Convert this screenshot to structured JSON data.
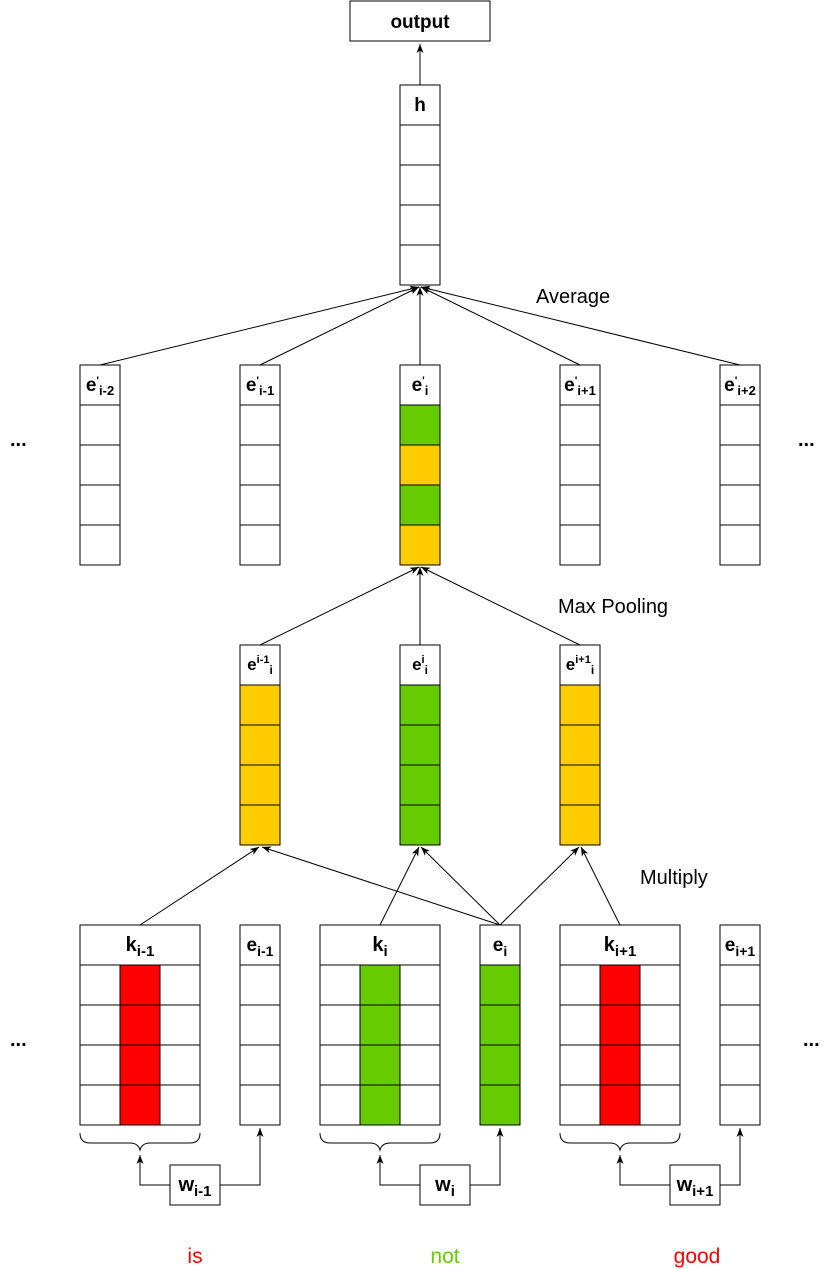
{
  "colors": {
    "green": "#66cc00",
    "yellow": "#ffcc00",
    "red": "#ff0000",
    "white": "#ffffff",
    "word_red": "#ff0000",
    "word_green": "#66cc00"
  },
  "output_label": "output",
  "hidden": {
    "base": "h"
  },
  "annotations": {
    "average": "Average",
    "max_pooling": "Max Pooling",
    "multiply": "Multiply"
  },
  "ellipsis": "...",
  "pooled": [
    {
      "base": "e",
      "sup": "'",
      "sub": "i-2"
    },
    {
      "base": "e",
      "sup": "'",
      "sub": "i-1"
    },
    {
      "base": "e",
      "sup": "'",
      "sub": "i"
    },
    {
      "base": "e",
      "sup": "'",
      "sub": "i+1"
    },
    {
      "base": "e",
      "sup": "'",
      "sub": "i+2"
    }
  ],
  "pooled_center_colors": [
    "green",
    "yellow",
    "green",
    "yellow"
  ],
  "products": [
    {
      "base": "e",
      "sup": "i-1",
      "sub": "i",
      "color": "yellow"
    },
    {
      "base": "e",
      "sup": "i",
      "sub": "i",
      "color": "green"
    },
    {
      "base": "e",
      "sup": "i+1",
      "sub": "i",
      "color": "yellow"
    }
  ],
  "kernels": [
    {
      "base": "k",
      "sub": "i-1",
      "color": "red"
    },
    {
      "base": "k",
      "sub": "i",
      "color": "green"
    },
    {
      "base": "k",
      "sub": "i+1",
      "color": "red"
    }
  ],
  "embeddings": [
    {
      "base": "e",
      "sub": "i-1",
      "color": "white"
    },
    {
      "base": "e",
      "sub": "i",
      "color": "green"
    },
    {
      "base": "e",
      "sub": "i+1",
      "color": "white"
    }
  ],
  "words": [
    {
      "base": "w",
      "sub": "i-1"
    },
    {
      "base": "w",
      "sub": "i"
    },
    {
      "base": "w",
      "sub": "i+1"
    }
  ],
  "tokens": [
    {
      "text": "is",
      "color": "word_red"
    },
    {
      "text": "not",
      "color": "word_green"
    },
    {
      "text": "good",
      "color": "word_red"
    }
  ]
}
